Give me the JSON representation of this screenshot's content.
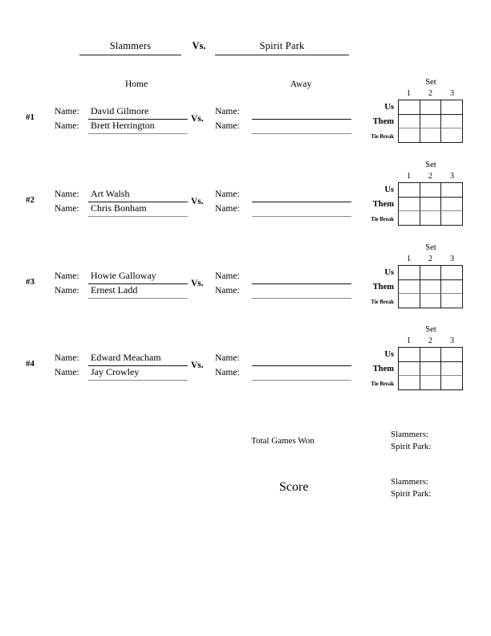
{
  "header": {
    "home_team": "Slammers",
    "vs": "Vs.",
    "away_team": "Spirit Park",
    "home_caption": "Home",
    "away_caption": "Away"
  },
  "labels": {
    "name_label": "Name:",
    "vs": "Vs.",
    "set_title": "Set",
    "set_columns": [
      "1",
      "2",
      "3"
    ],
    "row_us": "Us",
    "row_them": "Them",
    "row_tie_break": "Tie Break"
  },
  "matches": [
    {
      "number": "#1",
      "home_player_1": "David Gilmore",
      "home_player_2": "Brett Herrington",
      "away_player_1": "",
      "away_player_2": ""
    },
    {
      "number": "#2",
      "home_player_1": "Art Walsh",
      "home_player_2": "Chris Bonham",
      "away_player_1": "",
      "away_player_2": ""
    },
    {
      "number": "#3",
      "home_player_1": "Howie Galloway",
      "home_player_2": "Ernest Ladd",
      "away_player_1": "",
      "away_player_2": ""
    },
    {
      "number": "#4",
      "home_player_1": "Edward Meacham",
      "home_player_2": "Jay Crowley",
      "away_player_1": "",
      "away_player_2": ""
    }
  ],
  "summary": {
    "total_games_won_label": "Total Games Won",
    "total_home_team": "Slammers:",
    "total_home_value": "",
    "total_away_team": "Spirit Park:",
    "total_away_value": "",
    "score_label": "Score",
    "score_home_team": "Slammers:",
    "score_home_value": "",
    "score_away_team": "Spirit Park:",
    "score_away_value": ""
  },
  "colors": {
    "ink": "#000000",
    "rule_dark": "#111111",
    "rule_gray": "#8a8a8a",
    "grid_border": "#1a1a1a",
    "grid_inner_gray": "#8a8a8a",
    "paper": "#ffffff"
  }
}
